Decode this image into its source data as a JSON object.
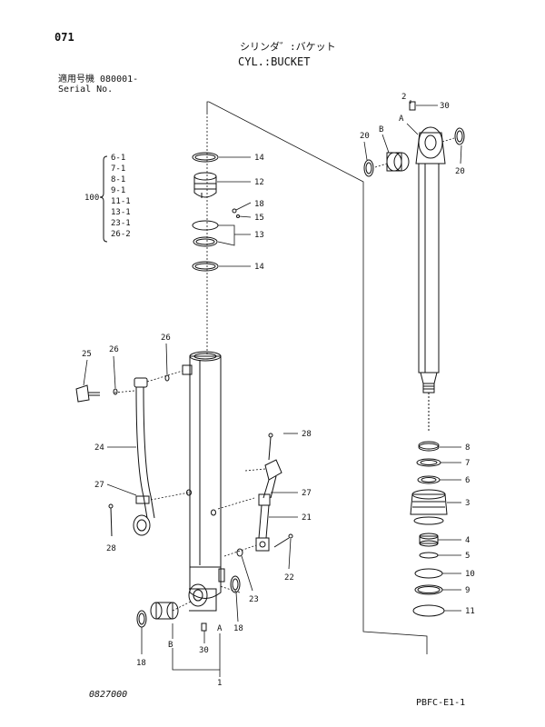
{
  "header": {
    "page_number": "071",
    "title_jp": "シリンダ゛:バケット",
    "title_en": "CYL.:BUCKET",
    "serial_label_jp": "適用号機 080001-",
    "serial_label_en": "Serial No."
  },
  "footer": {
    "doc_code": "0827000",
    "page_code": "PBFC-E1-1"
  },
  "kit": {
    "number": "100",
    "items": [
      "6-1",
      "7-1",
      "8-1",
      "9-1",
      "11-1",
      "13-1",
      "23-1",
      "26-2"
    ]
  },
  "callouts": {
    "c1": "1",
    "c2": "2",
    "c3": "3",
    "c4": "4",
    "c5": "5",
    "c6": "6",
    "c7": "7",
    "c8": "8",
    "c9": "9",
    "c10": "10",
    "c11": "11",
    "c12": "12",
    "c13": "13",
    "c14a": "14",
    "c14b": "14",
    "c15": "15",
    "c18": "18",
    "c18a": "18",
    "c18b": "18",
    "c20a": "20",
    "c20b": "20",
    "c21": "21",
    "c22": "22",
    "c23": "23",
    "c24": "24",
    "c25": "25",
    "c26a": "26",
    "c26b": "26",
    "c27a": "27",
    "c27b": "27",
    "c28a": "28",
    "c28b": "28",
    "c30a": "30",
    "c30b": "30",
    "A_rod": "A",
    "B_rod": "B",
    "A_tube": "A",
    "B_tube": "B"
  }
}
